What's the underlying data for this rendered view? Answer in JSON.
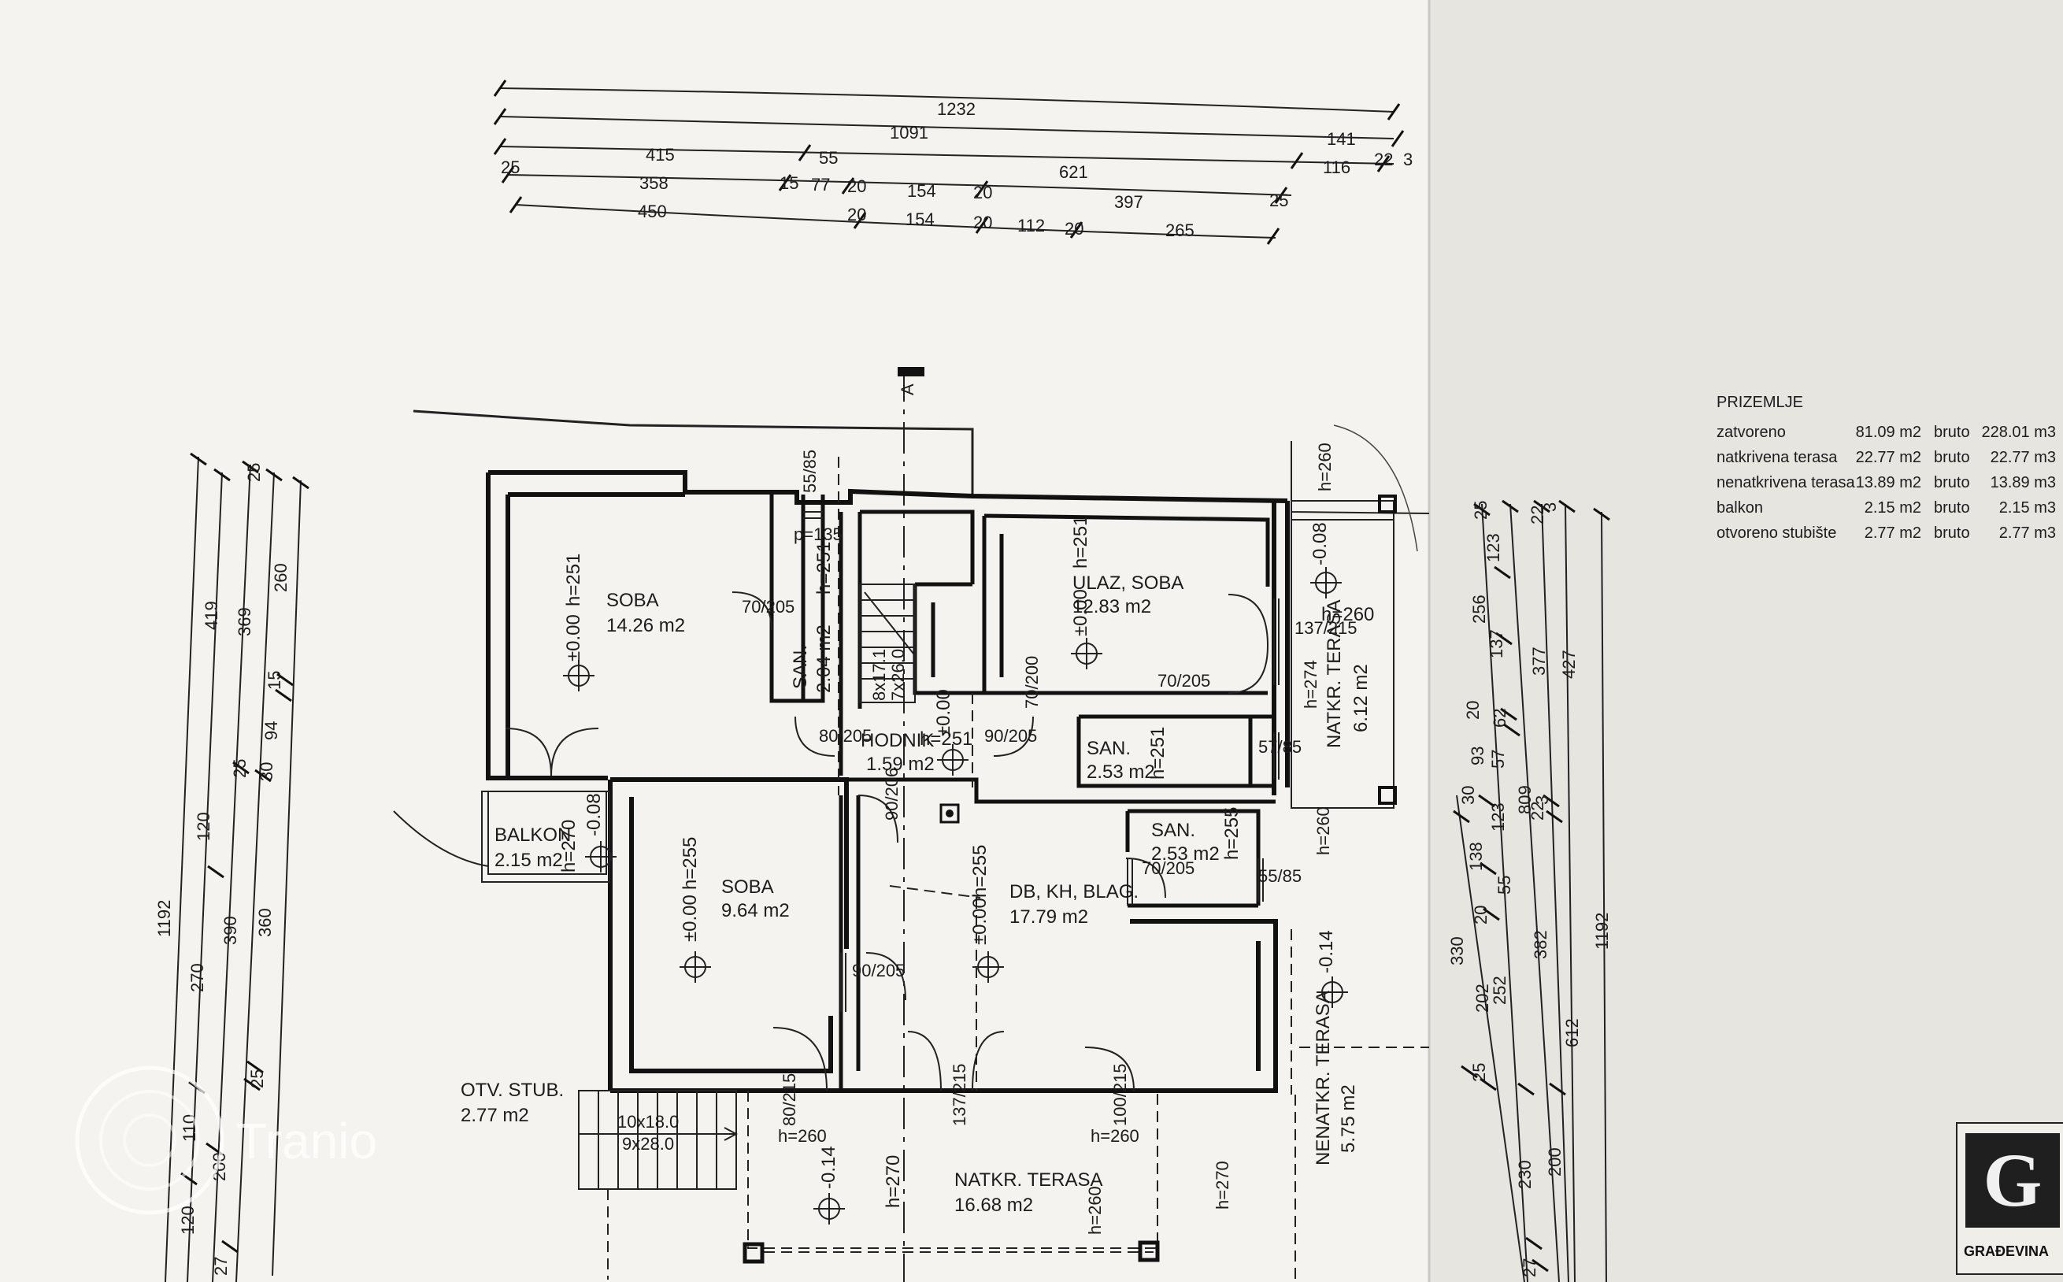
{
  "sheet": {
    "section_marker": "A"
  },
  "rooms": [
    {
      "id": "soba-1",
      "name": "SOBA",
      "area": "14.26 m2",
      "height": "h=251",
      "level": "±0.00"
    },
    {
      "id": "san-1",
      "name": "SAN.",
      "area": "2.04 m2",
      "height": "h=251",
      "level": ""
    },
    {
      "id": "ulaz-soba",
      "name": "ULAZ, SOBA",
      "area": "12.83 m2",
      "height": "h=251",
      "level": "±0.00"
    },
    {
      "id": "natkr-terasa-1",
      "name": "NATKR. TERASA",
      "area": "6.12 m2",
      "height": "h=260",
      "level": "-0.08"
    },
    {
      "id": "hodnik",
      "name": "HODNIK",
      "area": "1.59 m2",
      "height": "h=251",
      "level": "±0.00"
    },
    {
      "id": "san-2",
      "name": "SAN.",
      "area": "2.53 m2",
      "height": "h=251",
      "level": ""
    },
    {
      "id": "balkon",
      "name": "BALKON",
      "area": "2.15 m2",
      "height": "h=270",
      "level": "-0.08"
    },
    {
      "id": "soba-2",
      "name": "SOBA",
      "area": "9.64 m2",
      "height": "h=255",
      "level": "±0.00"
    },
    {
      "id": "san-3",
      "name": "SAN.",
      "area": "2.53 m2",
      "height": "h=255",
      "level": ""
    },
    {
      "id": "db-kh-blag",
      "name": "DB, KH, BLAG.",
      "area": "17.79 m2",
      "height": "h=255",
      "level": "±0.00"
    },
    {
      "id": "nenatkr-terasa",
      "name": "NENATKR. TERASA",
      "area": "5.75 m2",
      "height": "",
      "level": "-0.14"
    },
    {
      "id": "otv-stub",
      "name": "OTV. STUB.",
      "area": "2.77 m2",
      "height": "",
      "level": ""
    },
    {
      "id": "natkr-terasa-2",
      "name": "NATKR. TERASA",
      "area": "16.68 m2",
      "height": "h=270",
      "level": "-0.14"
    }
  ],
  "openings": [
    "70/205",
    "80/205",
    "90/205",
    "70/200",
    "70/205",
    "137/215",
    "90/206",
    "90/205",
    "70/205",
    "80/215",
    "137/215",
    "100/215",
    "57/85",
    "55/85",
    "55/85",
    "p=135"
  ],
  "misc_labels": [
    "8x17.1",
    "7x26.0",
    "10x18.0",
    "9x28.0",
    "h=260",
    "h=274",
    "h=260",
    "h=270",
    "h=260",
    "h=270"
  ],
  "dims_top": {
    "row1": [
      "1232"
    ],
    "row2": [
      "1091",
      "141"
    ],
    "row3": [
      "415",
      "55",
      "621",
      "116",
      "22",
      "3"
    ],
    "row4": [
      "25",
      "358",
      "15",
      "77",
      "20",
      "154",
      "20",
      "397",
      "25"
    ],
    "row5": [
      "450",
      "20",
      "154",
      "20",
      "112",
      "20",
      "265"
    ]
  },
  "dims_left": {
    "col1": [
      "1192"
    ],
    "col2": [
      "419",
      "270",
      "110",
      "120"
    ],
    "col3": [
      "369",
      "120",
      "390",
      "200"
    ],
    "col4": [
      "25",
      "15",
      "94",
      "25",
      "30",
      "360",
      "25",
      "27"
    ],
    "col5": [
      "260"
    ]
  },
  "dims_right": {
    "col1": [
      "330",
      "230"
    ],
    "col2": [
      "25",
      "123",
      "256",
      "137",
      "20",
      "93",
      "30",
      "138",
      "20",
      "202",
      "25"
    ],
    "col3": [
      "62",
      "57",
      "123",
      "55",
      "252",
      "809"
    ],
    "col4": [
      "22",
      "3",
      "377",
      "3",
      "22",
      "382",
      "200",
      "27"
    ],
    "col5": [
      "427",
      "612"
    ],
    "col6": [
      "1192"
    ]
  },
  "summary": {
    "title": "PRIZEMLJE",
    "rows": [
      {
        "label": "zatvoreno",
        "area": "81.09 m2",
        "kind": "bruto",
        "value": "228.01 m3"
      },
      {
        "label": "natkrivena terasa",
        "area": "22.77 m2",
        "kind": "bruto",
        "value": "22.77 m3"
      },
      {
        "label": "nenatkrivena terasa",
        "area": "13.89 m2",
        "kind": "bruto",
        "value": "13.89 m3"
      },
      {
        "label": "balkon",
        "area": "2.15 m2",
        "kind": "bruto",
        "value": "2.15 m3"
      },
      {
        "label": "otvoreno stubište",
        "area": "2.77 m2",
        "kind": "bruto",
        "value": "2.77 m3"
      }
    ]
  },
  "watermark": "Tranio",
  "stamp": {
    "logo": "G",
    "caption": "GRAĐEVINA"
  }
}
